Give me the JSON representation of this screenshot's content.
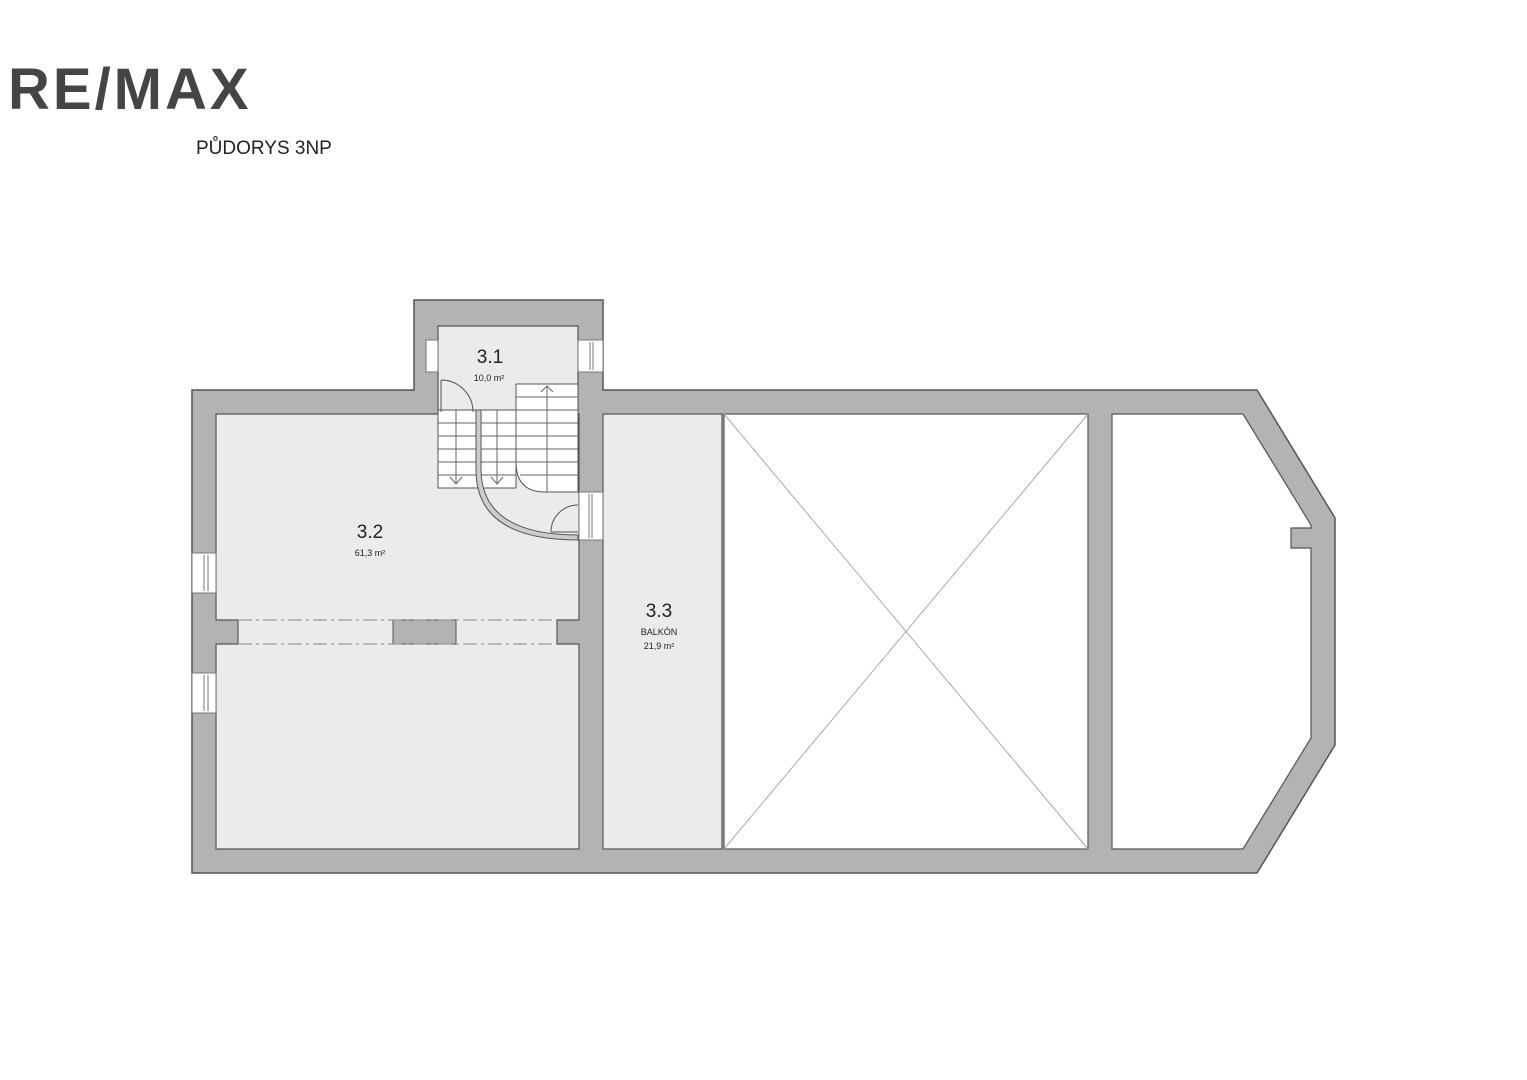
{
  "logo": "RE/MAX",
  "title": "PŮDORYS 3NP",
  "rooms": [
    {
      "id": "3.1",
      "area": "10,0 m²"
    },
    {
      "id": "3.2",
      "area": "61,3 m²"
    },
    {
      "id": "3.3",
      "name": "BALKÓN",
      "area": "21,9 m²"
    }
  ],
  "colors": {
    "wall": "#b3b3b3",
    "floor": "#ebebeb",
    "outline": "#555555",
    "logo": "#454545"
  }
}
